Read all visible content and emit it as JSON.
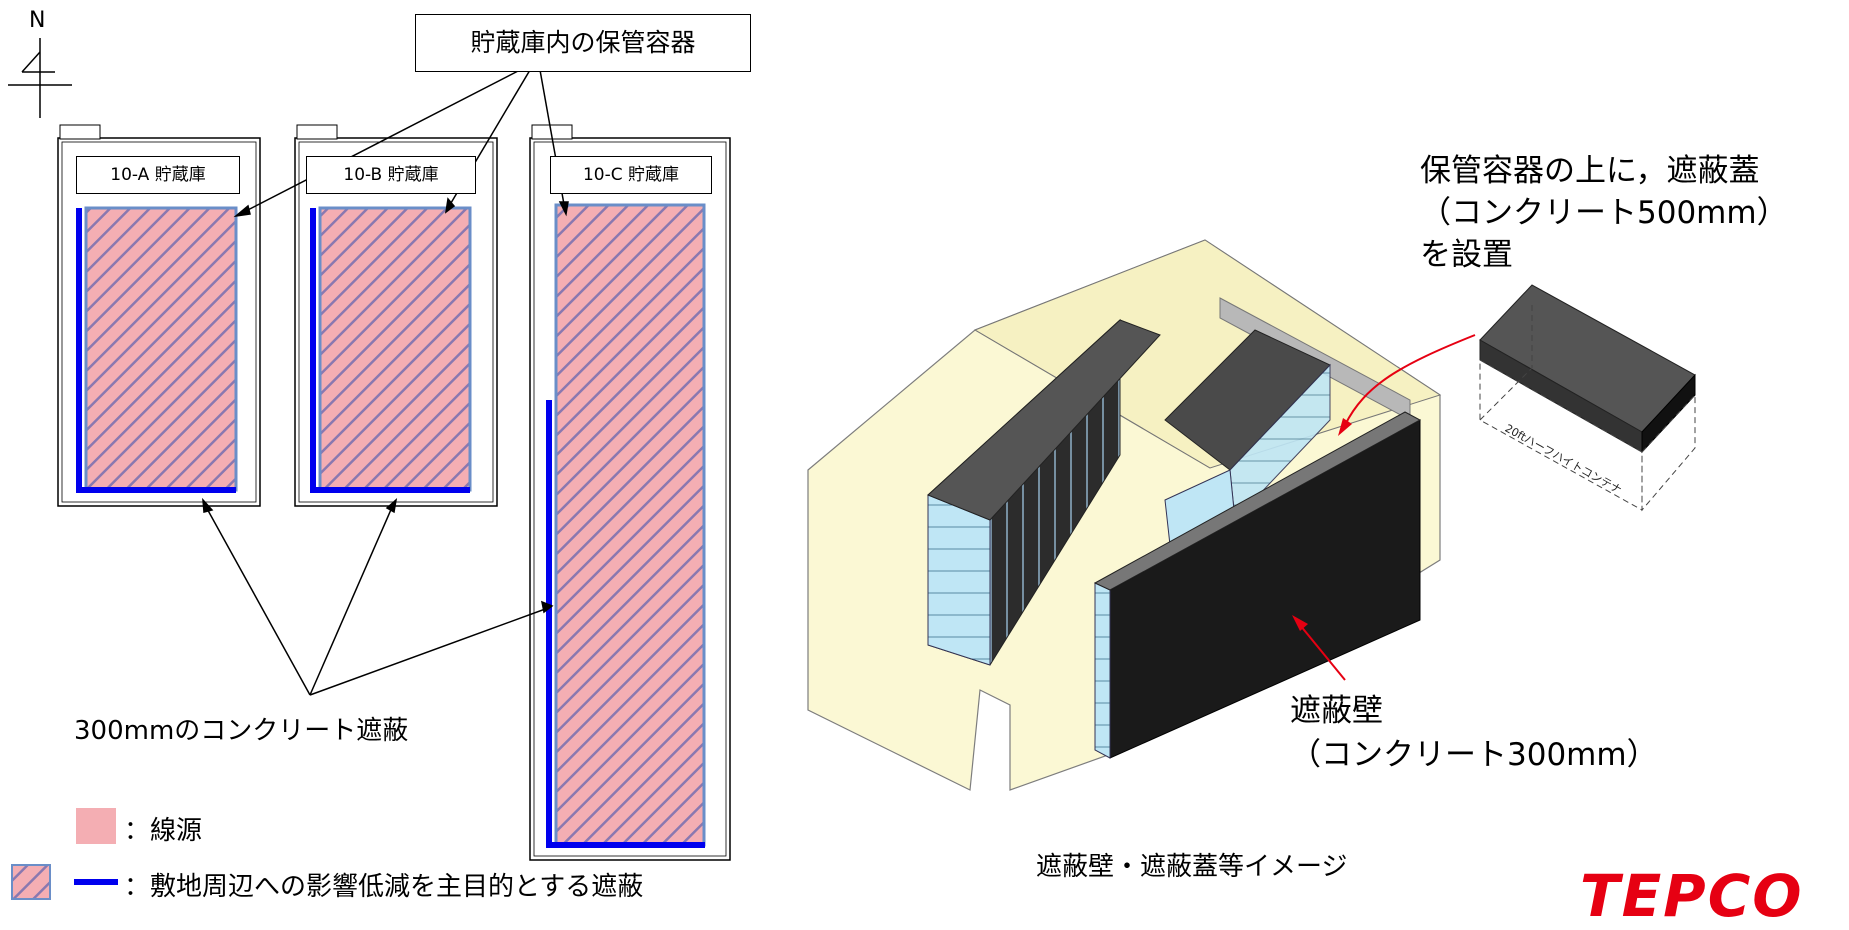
{
  "north_label": "N",
  "callout_top": "貯蔵庫内の保管容器",
  "buildings": [
    "10-A 貯蔵庫",
    "10-B 貯蔵庫",
    "10-C 貯蔵庫"
  ],
  "shield_label": "300mmのコンクリート遮蔽",
  "legend": {
    "source": "：線源",
    "shield": "：敷地周辺への影響低減を主目的とする遮蔽"
  },
  "lid_note": [
    "保管容器の上に，遮蔽蓋",
    "（コンクリート500mm）",
    "を設置"
  ],
  "container_label": "20ftハーフハイトコンテナ",
  "wall_label": [
    "遮蔽壁",
    "（コンクリート300mm）"
  ],
  "image_caption": "遮蔽壁・遮蔽蓋等イメージ",
  "logo_text": "TEPCO",
  "colors": {
    "source_fill": "#f4aeb3",
    "hatch_line": "#7b6aa8",
    "shield_blue": "#0000ee",
    "accent_red": "#e60012"
  }
}
